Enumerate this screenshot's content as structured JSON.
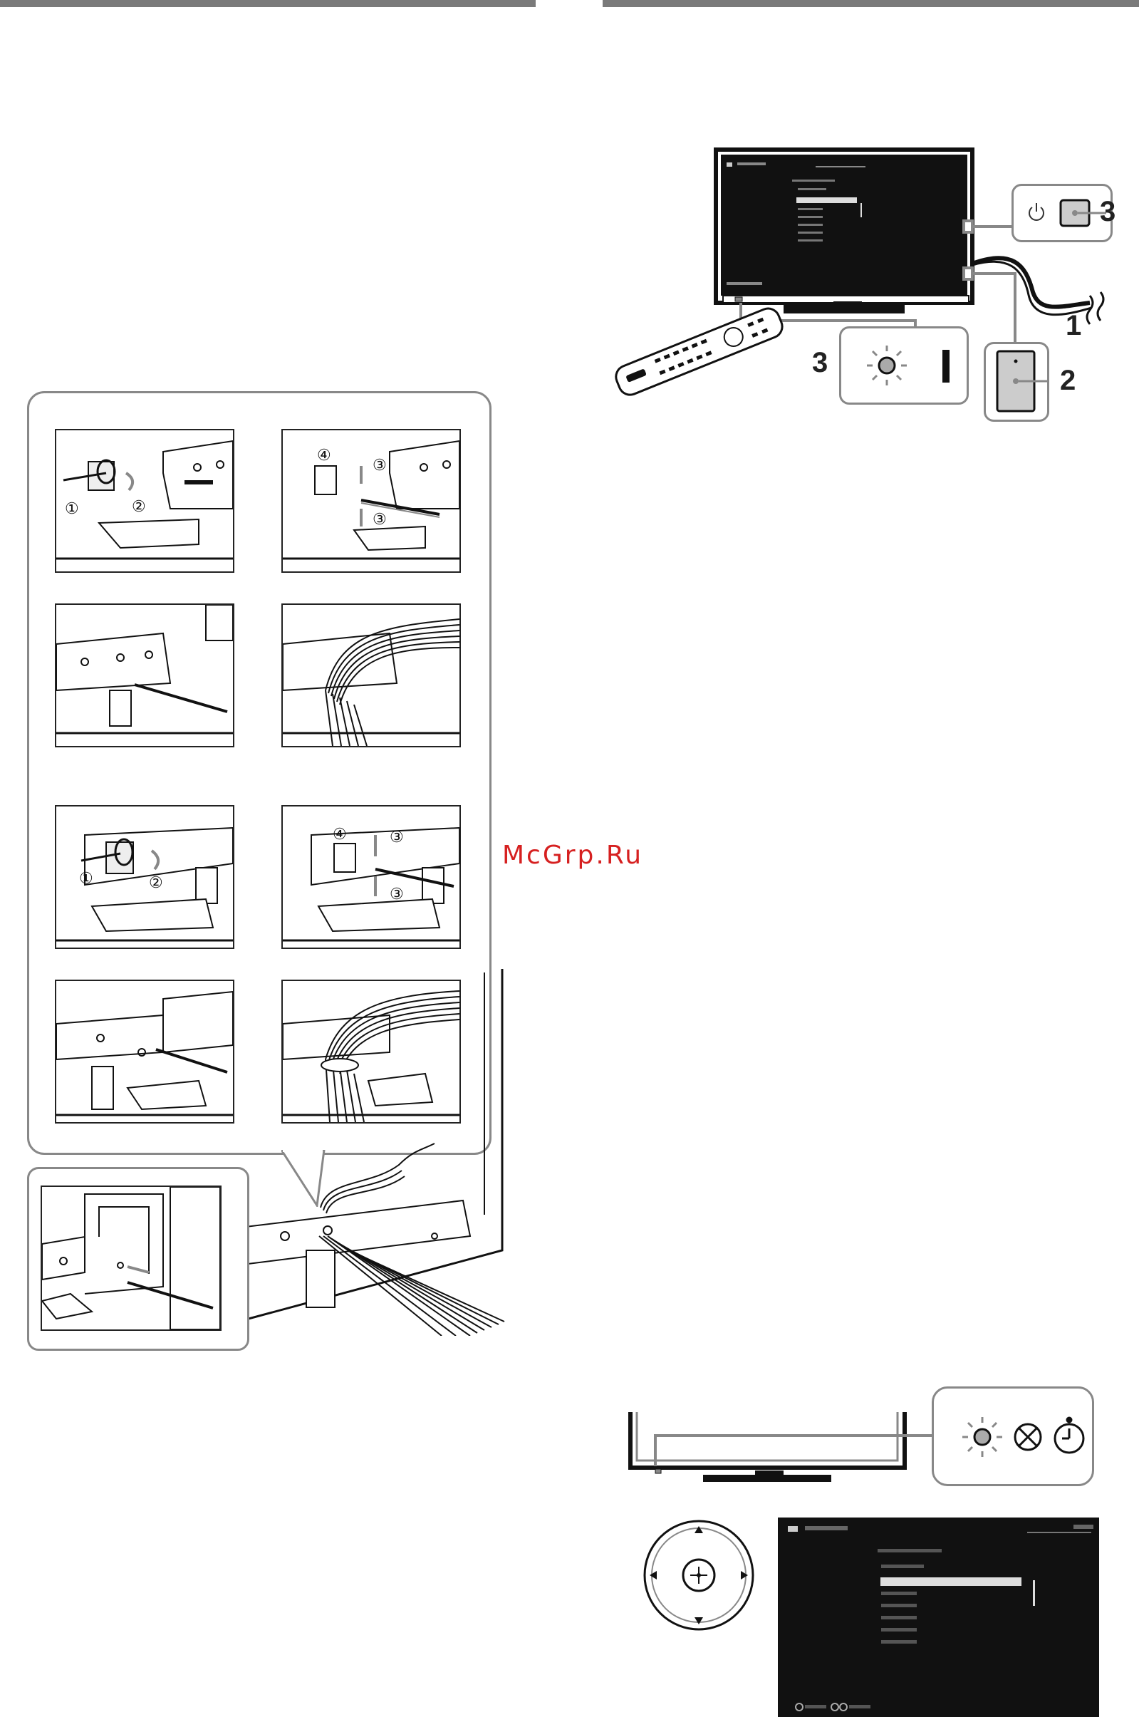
{
  "watermark": "McGrp.Ru",
  "setup_figure": {
    "labels": {
      "power_plug": "1",
      "tv_switch": "2",
      "power_button": "3",
      "indicator": "3"
    }
  },
  "tie_steps": {
    "row1_left": [
      "①",
      "②"
    ],
    "row1_right": [
      "④",
      "③",
      "③"
    ],
    "row3_left": [
      "①",
      "②"
    ],
    "row3_right": [
      "④",
      "③",
      "③"
    ]
  },
  "tv_screen": {
    "items": [
      "",
      "",
      "",
      "",
      "",
      "",
      ""
    ],
    "selected_index": 1
  },
  "colors": {
    "rule": "#7a7a7a",
    "panel_border": "#888888",
    "watermark": "#d62020",
    "screen": "#111111"
  },
  "icons": [
    "power-icon",
    "indicator-light-icon",
    "picture-off-icon",
    "timer-icon",
    "remote-control-icon",
    "dpad-icon"
  ]
}
